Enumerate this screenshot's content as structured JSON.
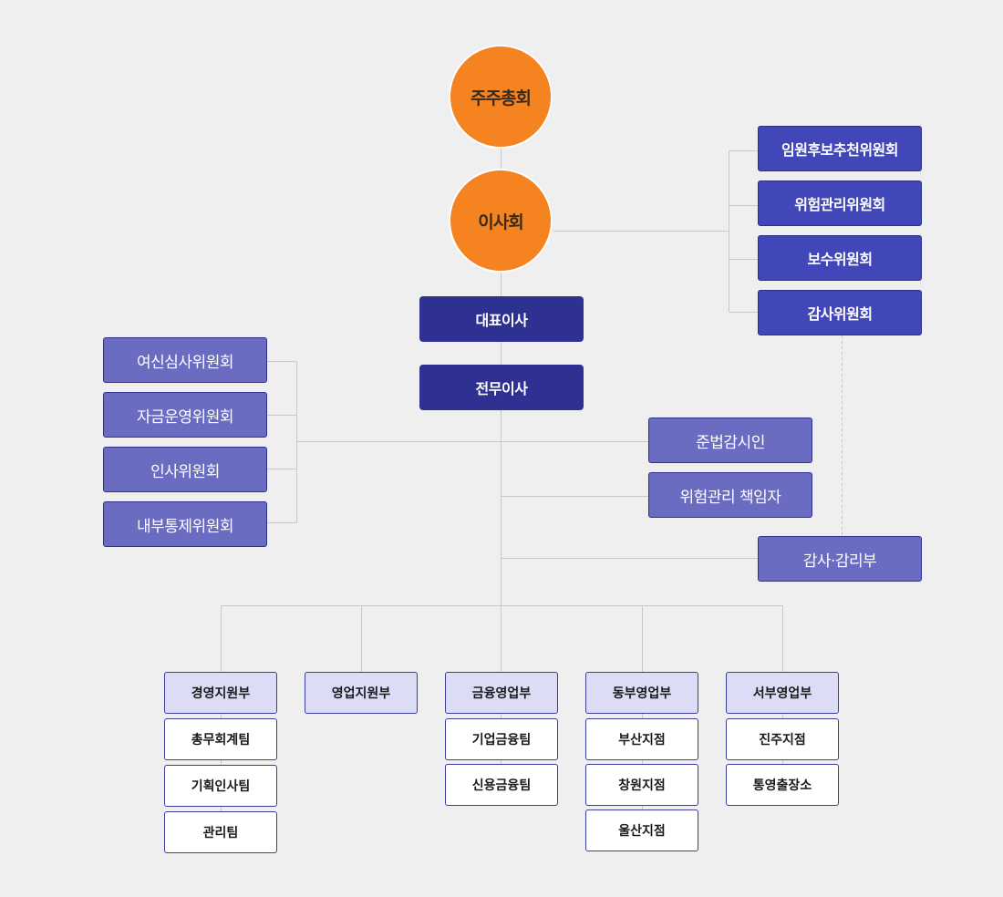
{
  "top": {
    "shareholders": "주주총회",
    "board": "이사회",
    "ceo": "대표이사",
    "executive": "전무이사"
  },
  "committees_right": [
    "임원후보추천위원회",
    "위험관리위원회",
    "보수위원회",
    "감사위원회"
  ],
  "committees_left": [
    "여신심사위원회",
    "자금운영위원회",
    "인사위원회",
    "내부통제위원회"
  ],
  "officers": {
    "compliance": "준법감시인",
    "risk_officer": "위험관리 책임자",
    "audit": "감사·감리부"
  },
  "departments": [
    {
      "name": "경영지원부",
      "teams": [
        "총무회계팀",
        "기획인사팀",
        "관리팀"
      ]
    },
    {
      "name": "영업지원부",
      "teams": []
    },
    {
      "name": "금융영업부",
      "teams": [
        "기업금융팀",
        "신용금융팀"
      ]
    },
    {
      "name": "동부영업부",
      "teams": [
        "부산지점",
        "창원지점",
        "울산지점"
      ]
    },
    {
      "name": "서부영업부",
      "teams": [
        "진주지점",
        "통영출장소"
      ]
    }
  ],
  "colors": {
    "orange": "#f58320",
    "navy": "#2e3192",
    "royal": "#4146b8",
    "purple": "#6a6cc1",
    "lavender": "#dcdcf6",
    "line": "#c8c8cc"
  }
}
